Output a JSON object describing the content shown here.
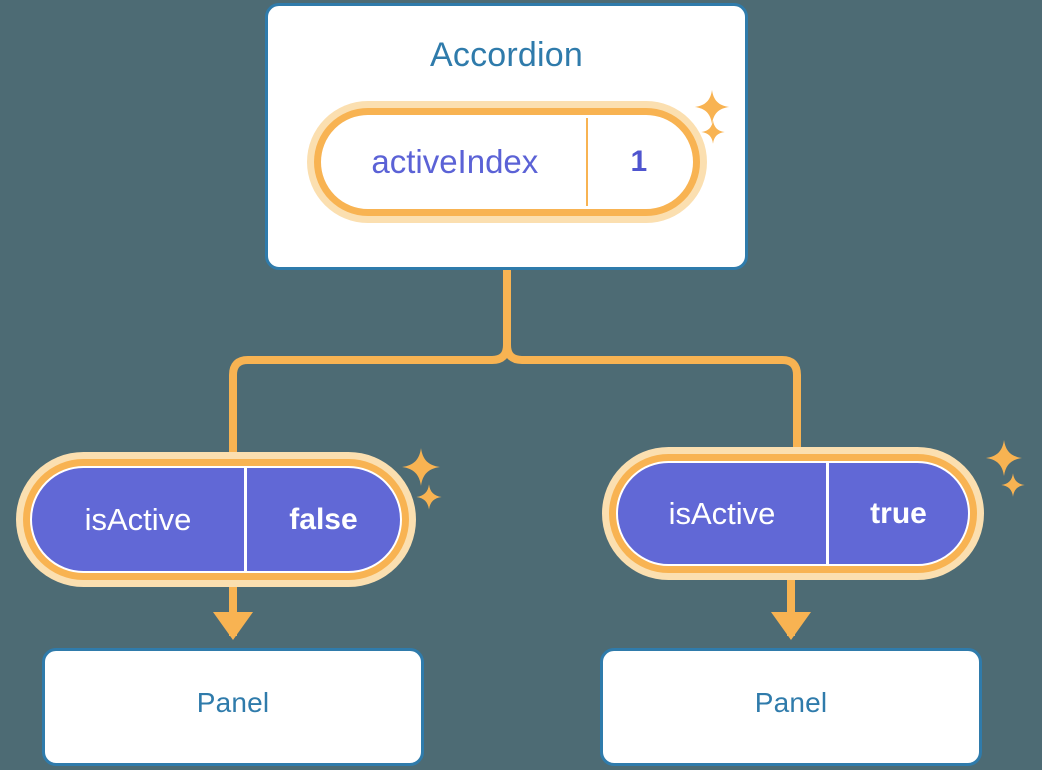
{
  "meta": {
    "diagram_title": "Accordion component state tree",
    "background_color": "#4d6b74",
    "accent_orange": "#f8b352",
    "accent_orange_pale": "#fbdfb0",
    "accent_blue": "#2f7bab",
    "accent_purple": "#6168d6",
    "card_background": "#ffffff"
  },
  "root": {
    "label": "Accordion",
    "state": {
      "key": "activeIndex",
      "value": "1"
    }
  },
  "branches": [
    {
      "state": {
        "key": "isActive",
        "value": "false"
      },
      "child": {
        "label": "Panel"
      }
    },
    {
      "state": {
        "key": "isActive",
        "value": "true"
      },
      "child": {
        "label": "Panel"
      }
    }
  ],
  "icons": {
    "sparkle_large": "sparkle-icon",
    "sparkle_small": "sparkle-small-icon",
    "arrow_down": "arrow-down-icon",
    "branch_connector": "branch-connector"
  }
}
